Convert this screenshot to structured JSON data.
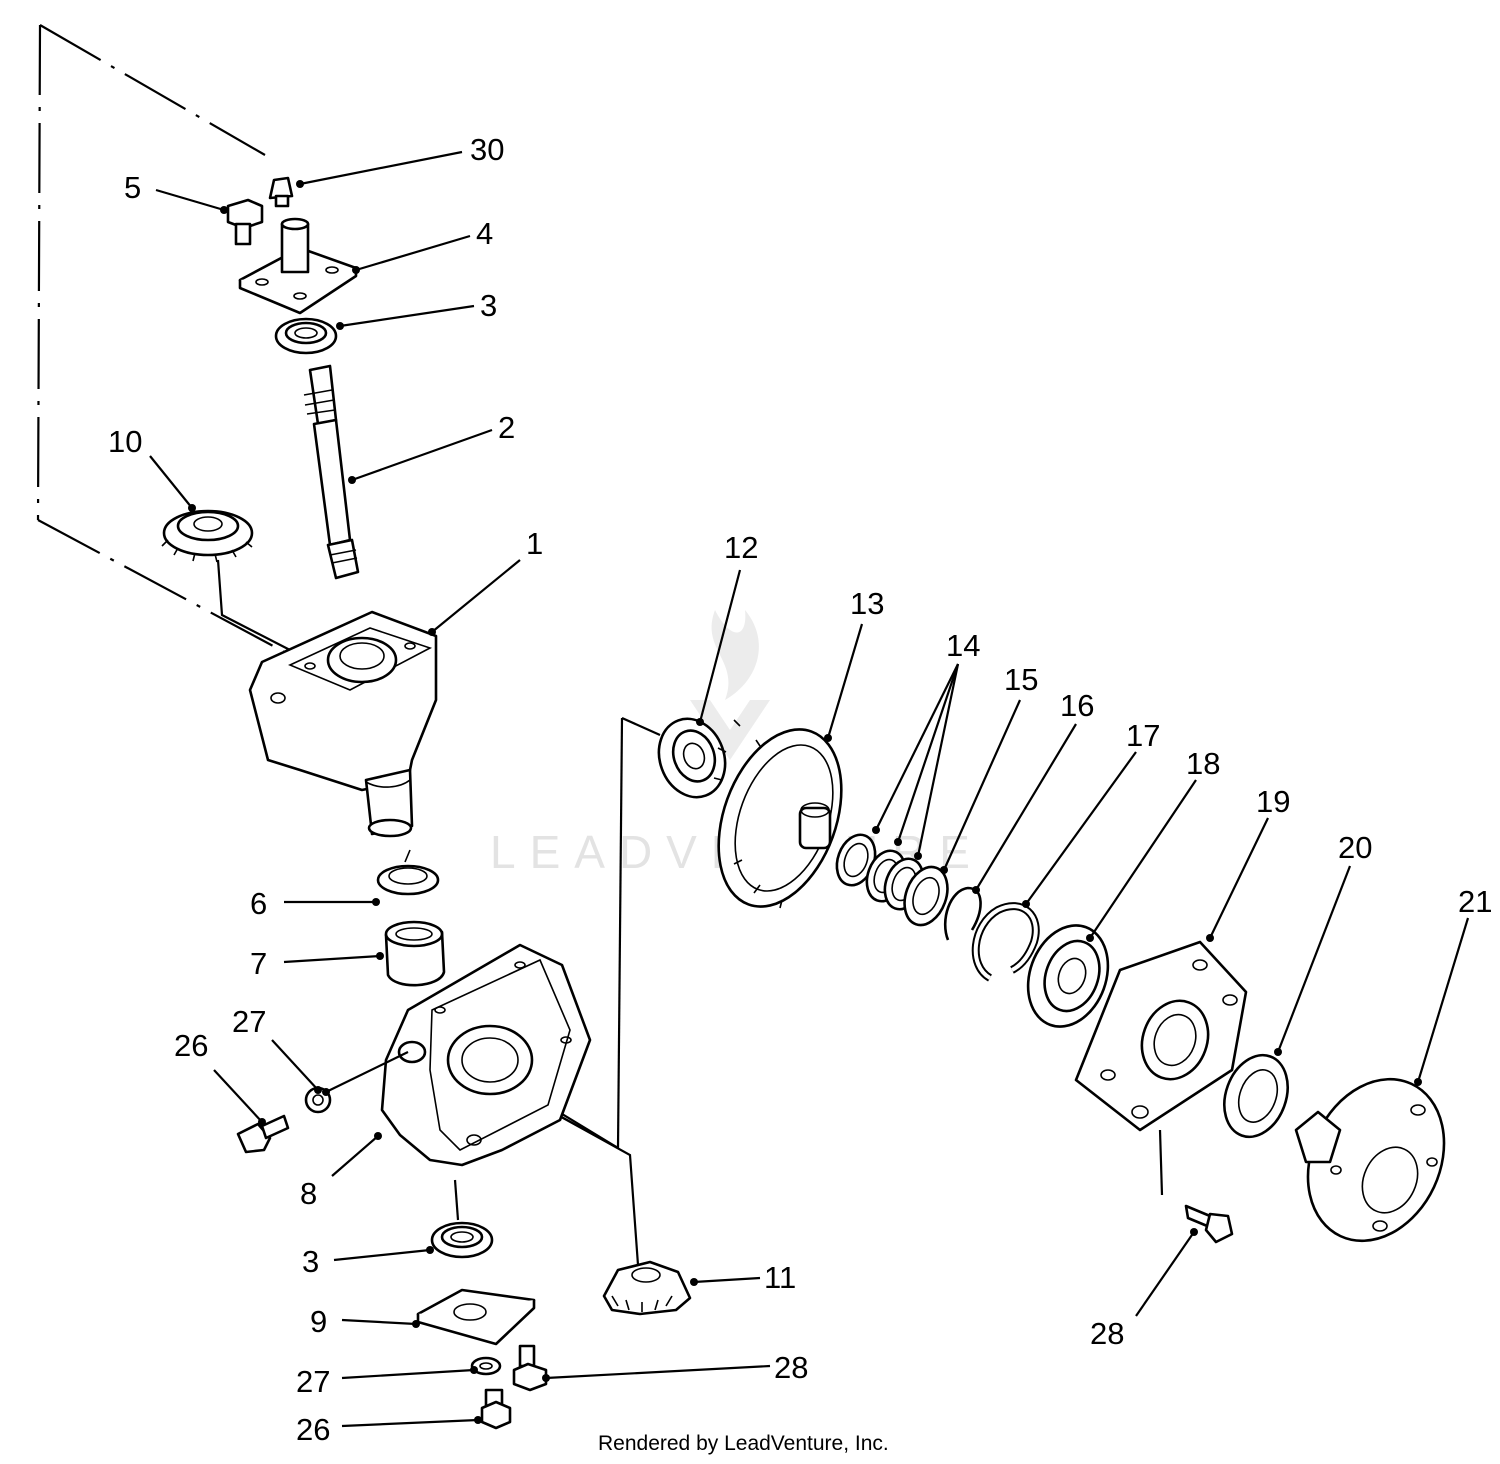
{
  "callouts": {
    "c1": "1",
    "c2": "2",
    "c3a": "3",
    "c3b": "3",
    "c4": "4",
    "c5": "5",
    "c6": "6",
    "c7": "7",
    "c8": "8",
    "c9": "9",
    "c10": "10",
    "c11": "11",
    "c12": "12",
    "c13": "13",
    "c14": "14",
    "c15": "15",
    "c16": "16",
    "c17": "17",
    "c18": "18",
    "c19": "19",
    "c20": "20",
    "c21": "21",
    "c26a": "26",
    "c26b": "26",
    "c27a": "27",
    "c27b": "27",
    "c28a": "28",
    "c28b": "28",
    "c30": "30"
  },
  "watermark": "LEADVENTURE",
  "footer": "Rendered by LeadVenture, Inc."
}
